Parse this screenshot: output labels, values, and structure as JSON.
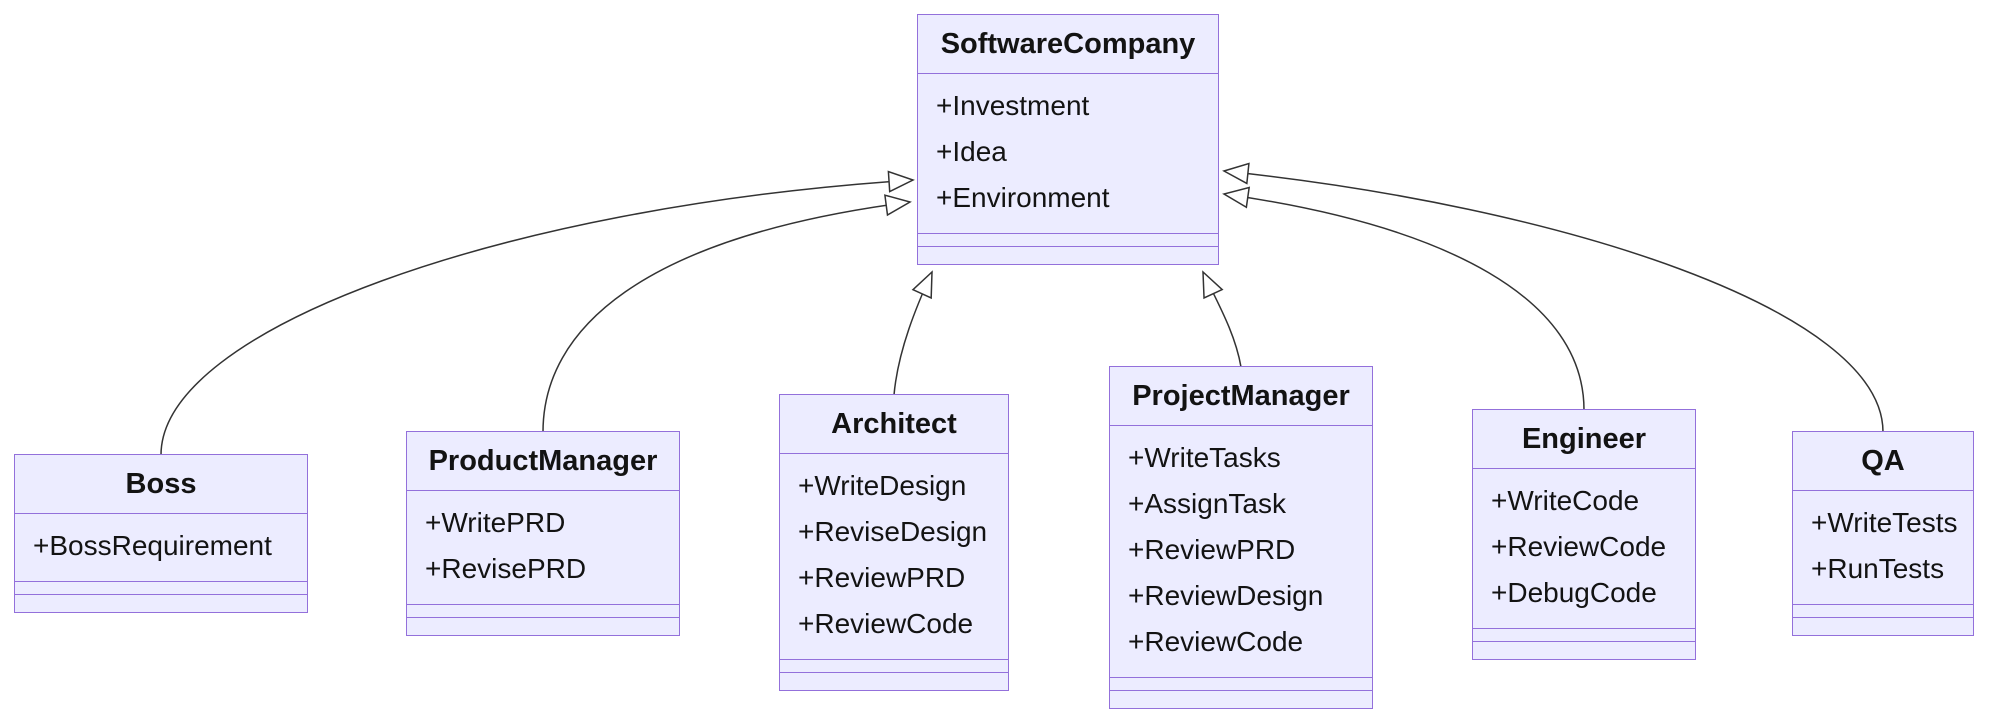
{
  "diagram": {
    "type": "uml-class-diagram",
    "colors": {
      "box_fill": "#ECECFF",
      "box_border": "#9370DB",
      "edge_line": "#333333",
      "arrowhead_fill": "#FFFFFF",
      "text": "#131313",
      "background": "#FFFFFF"
    },
    "classes": [
      {
        "name": "SoftwareCompany",
        "attributes": [
          "+Investment",
          "+Idea",
          "+Environment"
        ],
        "methods": []
      },
      {
        "name": "Boss",
        "attributes": [
          "+BossRequirement"
        ],
        "methods": []
      },
      {
        "name": "ProductManager",
        "attributes": [
          "+WritePRD",
          "+RevisePRD"
        ],
        "methods": []
      },
      {
        "name": "Architect",
        "attributes": [
          "+WriteDesign",
          "+ReviseDesign",
          "+ReviewPRD",
          "+ReviewCode"
        ],
        "methods": []
      },
      {
        "name": "ProjectManager",
        "attributes": [
          "+WriteTasks",
          "+AssignTask",
          "+ReviewPRD",
          "+ReviewDesign",
          "+ReviewCode"
        ],
        "methods": []
      },
      {
        "name": "Engineer",
        "attributes": [
          "+WriteCode",
          "+ReviewCode",
          "+DebugCode"
        ],
        "methods": []
      },
      {
        "name": "QA",
        "attributes": [
          "+WriteTests",
          "+RunTests"
        ],
        "methods": []
      }
    ],
    "relations": [
      {
        "from": "Boss",
        "to": "SoftwareCompany",
        "type": "inheritance"
      },
      {
        "from": "ProductManager",
        "to": "SoftwareCompany",
        "type": "inheritance"
      },
      {
        "from": "Architect",
        "to": "SoftwareCompany",
        "type": "inheritance"
      },
      {
        "from": "ProjectManager",
        "to": "SoftwareCompany",
        "type": "inheritance"
      },
      {
        "from": "Engineer",
        "to": "SoftwareCompany",
        "type": "inheritance"
      },
      {
        "from": "QA",
        "to": "SoftwareCompany",
        "type": "inheritance"
      }
    ]
  }
}
